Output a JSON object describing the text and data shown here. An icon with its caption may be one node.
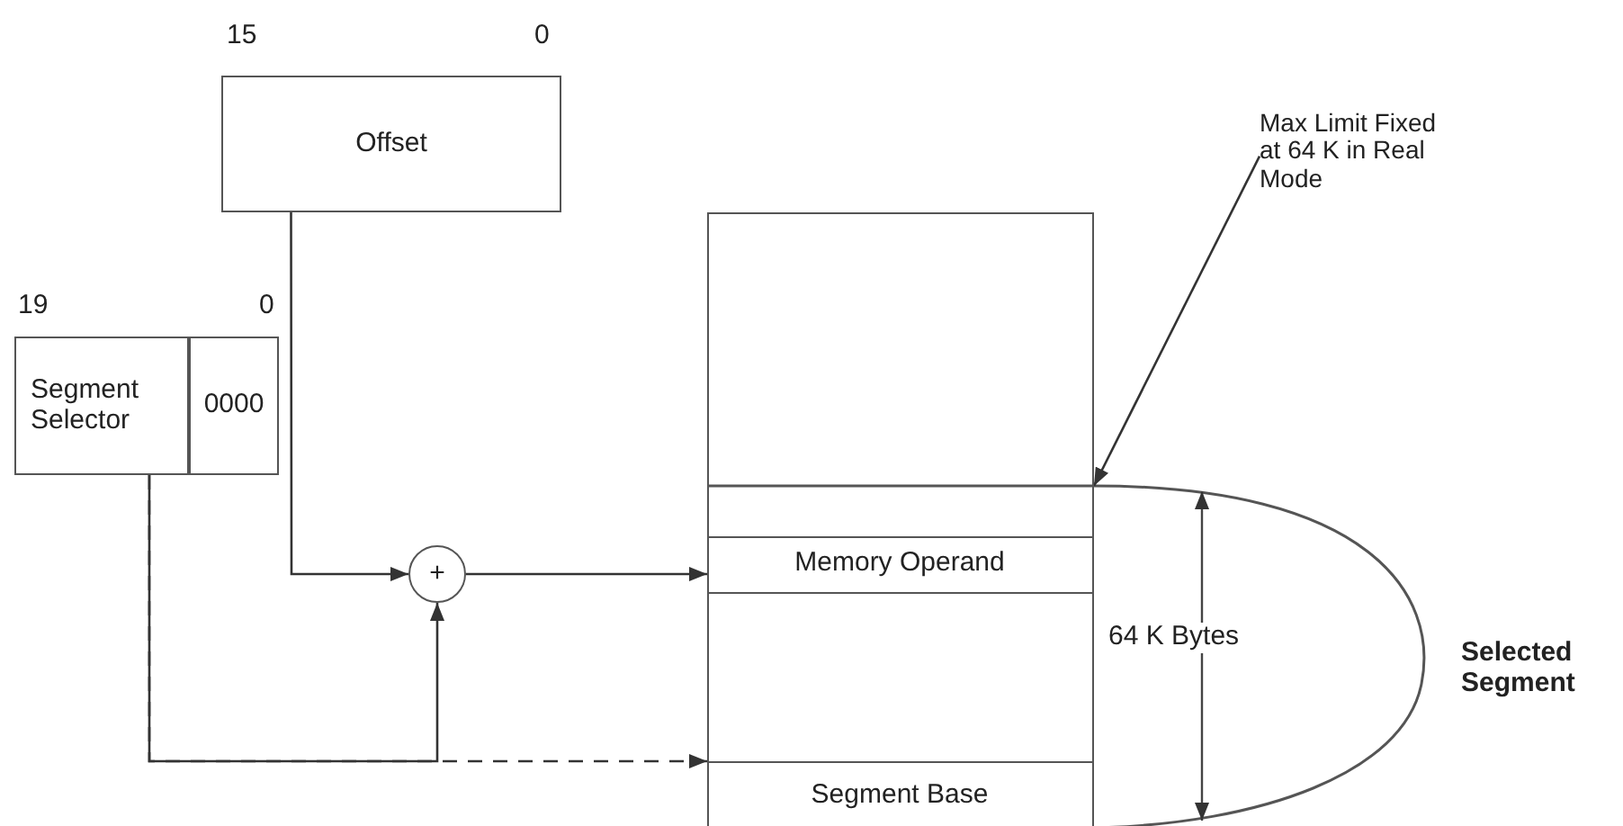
{
  "diagram": {
    "nodes": [
      {
        "text": [
          "Offset"
        ],
        "beside": [
          "15",
          "0"
        ]
      },
      {
        "text": [
          "Segment Selector"
        ],
        "beside": [
          "19"
        ]
      },
      {
        "text": [
          "0000"
        ],
        "beside": [
          "0"
        ]
      },
      {
        "text": [
          "+"
        ]
      },
      {
        "text": [],
        "shape": "box"
      },
      {
        "text": [
          "Memory Operand"
        ],
        "in": 4
      },
      {
        "text": [
          "Segment Base"
        ],
        "in": 4
      },
      {
        "text": [
          "Max Limit Fixed at 64 K in Real Mode"
        ]
      }
    ],
    "edges": [
      {
        "from": 0,
        "to": 3,
        "arrow": "to"
      },
      {
        "from": 1,
        "to": 3,
        "arrow": "to"
      },
      {
        "from": 1,
        "to": 6,
        "arrow": "to",
        "style": "dashed"
      },
      {
        "from": 3,
        "to": 5,
        "arrow": "to"
      },
      {
        "from": 7,
        "to": 4,
        "arrow": "to"
      }
    ],
    "labels": [
      "64 K Bytes",
      "Selected Segment"
    ]
  }
}
